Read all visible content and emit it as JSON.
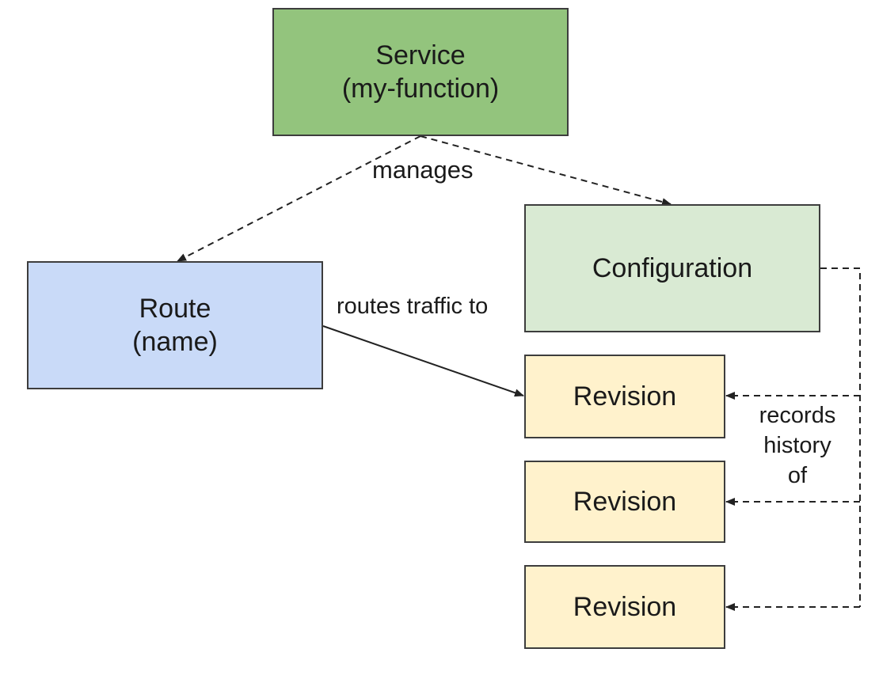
{
  "nodes": {
    "service": {
      "line1": "Service",
      "line2": "(my-function)",
      "color": "#93c47d"
    },
    "route": {
      "line1": "Route",
      "line2": "(name)",
      "color": "#c9daf8"
    },
    "configuration": {
      "label": "Configuration",
      "color": "#d9ead3"
    },
    "revisions": [
      {
        "label": "Revision",
        "color": "#fff2cc"
      },
      {
        "label": "Revision",
        "color": "#fff2cc"
      },
      {
        "label": "Revision",
        "color": "#fff2cc"
      }
    ]
  },
  "edges": {
    "manages": {
      "label": "manages",
      "style": "dashed"
    },
    "routes_traffic": {
      "label": "routes traffic to",
      "style": "solid"
    },
    "records_history": {
      "line1": "records",
      "line2": "history",
      "line3": "of",
      "style": "dashed"
    }
  }
}
